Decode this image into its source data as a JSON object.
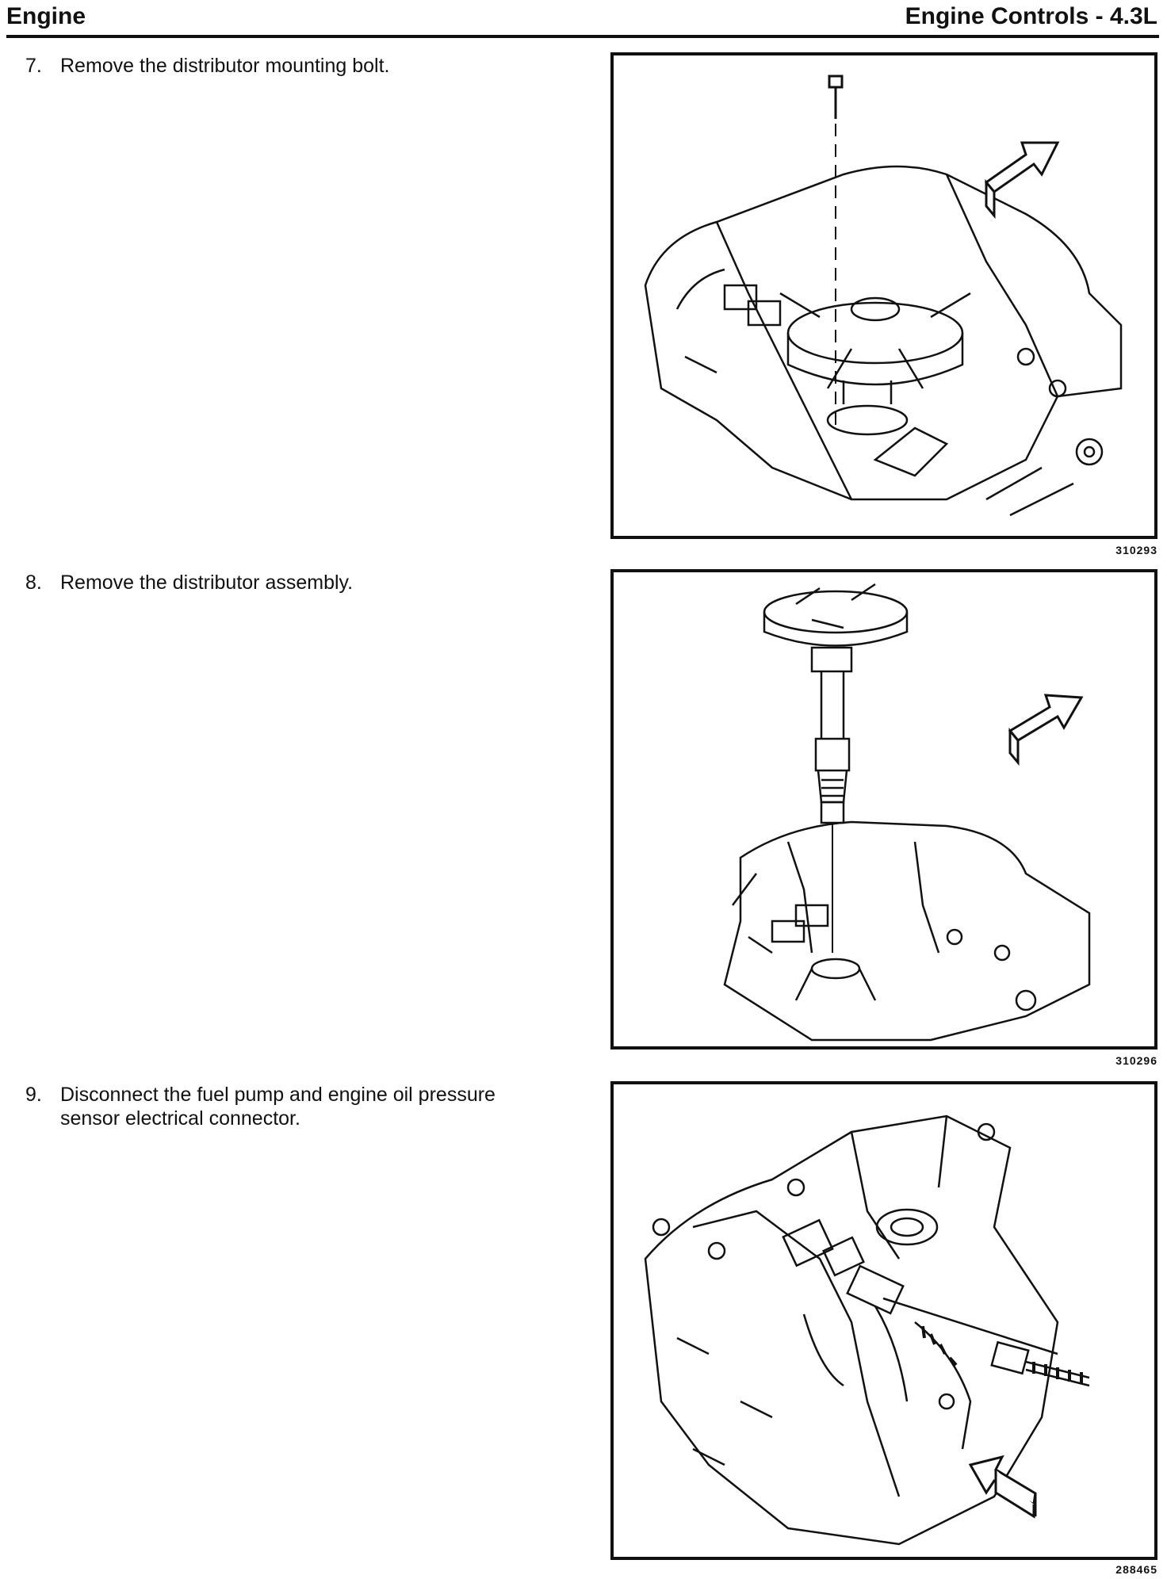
{
  "header": {
    "section": "Engine",
    "title": "Engine Controls - 4.3L"
  },
  "steps": [
    {
      "number": "7.",
      "text": "Remove the distributor mounting bolt.",
      "figure_id": "310293"
    },
    {
      "number": "8.",
      "text": "Remove the distributor assembly.",
      "figure_id": "310296"
    },
    {
      "number": "9.",
      "text": "Disconnect the fuel pump and engine oil pressure sensor electrical connector.",
      "figure_id": "288465"
    }
  ]
}
